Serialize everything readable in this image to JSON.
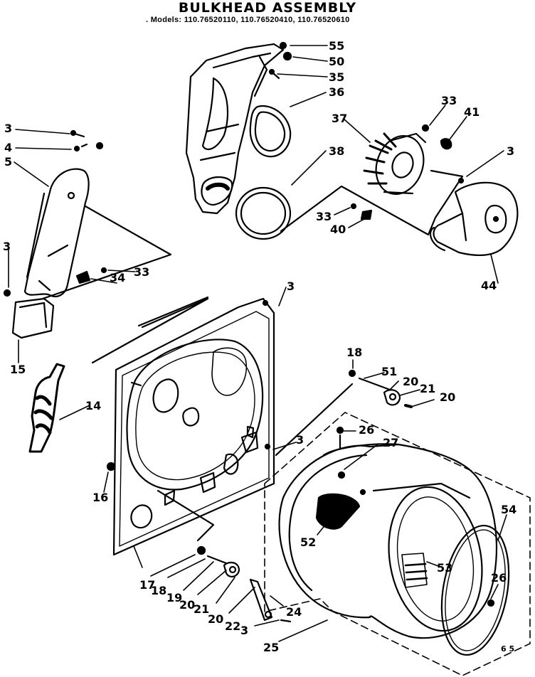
{
  "header": {
    "title": "BULKHEAD ASSEMBLY",
    "models": ". Models: 110.76520110, 110.76520410, 110.76520610"
  },
  "part_labels": {
    "p55": "55",
    "p50": "50",
    "p35": "35",
    "p36": "36",
    "p37": "37",
    "p38": "38",
    "p33a": "33",
    "p41": "41",
    "p3a": "3",
    "p33b": "33",
    "p40": "40",
    "p44": "44",
    "p3b": "3",
    "p4": "4",
    "p5": "5",
    "p3c": "3",
    "p33c": "33",
    "p34": "34",
    "p15": "15",
    "p3d": "3",
    "p14": "14",
    "p18a": "18",
    "p51": "51",
    "p20a": "20",
    "p21a": "21",
    "p20b": "20",
    "p3e": "3",
    "p26a": "26",
    "p27": "27",
    "p16": "16",
    "p52": "52",
    "p53": "53",
    "p54": "54",
    "p26b": "26",
    "p17": "17",
    "p18b": "18",
    "p19": "19",
    "p20c": "20",
    "p21b": "21",
    "p20d": "20",
    "p22": "22",
    "p24": "24",
    "p3f": "3",
    "p25": "25"
  },
  "corner_mark": "6 5"
}
